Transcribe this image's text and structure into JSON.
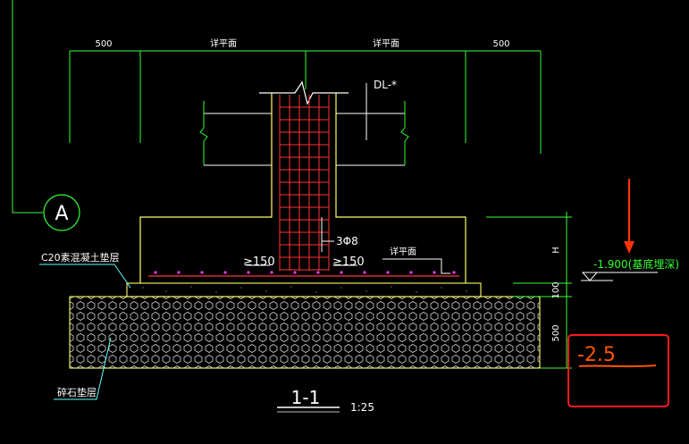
{
  "drawing": {
    "dims_top": {
      "left": "500",
      "mid_left": "详平面",
      "mid_right": "详平面",
      "right": "500"
    },
    "beam_tag": "DL-*",
    "axis_label": "A",
    "rebar_label": "3Φ8",
    "spacing_left": "≥150",
    "spacing_right": "≥150",
    "detail_note": "详平面",
    "cushion_label": "C20素混凝土垫层",
    "gravel_label": "碎石垫层",
    "dims_right": {
      "h": "H",
      "cushion": "100",
      "gravel": "500"
    },
    "elevation": "-1.900(基底埋深)",
    "section_title": "1-1",
    "scale": "1:25",
    "annotation": "-2.5",
    "colors": {
      "background": "#000000",
      "outline": "#ffff66",
      "rebar": "#ff3333",
      "dimension": "#33ff33",
      "text": "#ffffff",
      "leader": "#66ffff",
      "markup": "#ff4400"
    }
  }
}
